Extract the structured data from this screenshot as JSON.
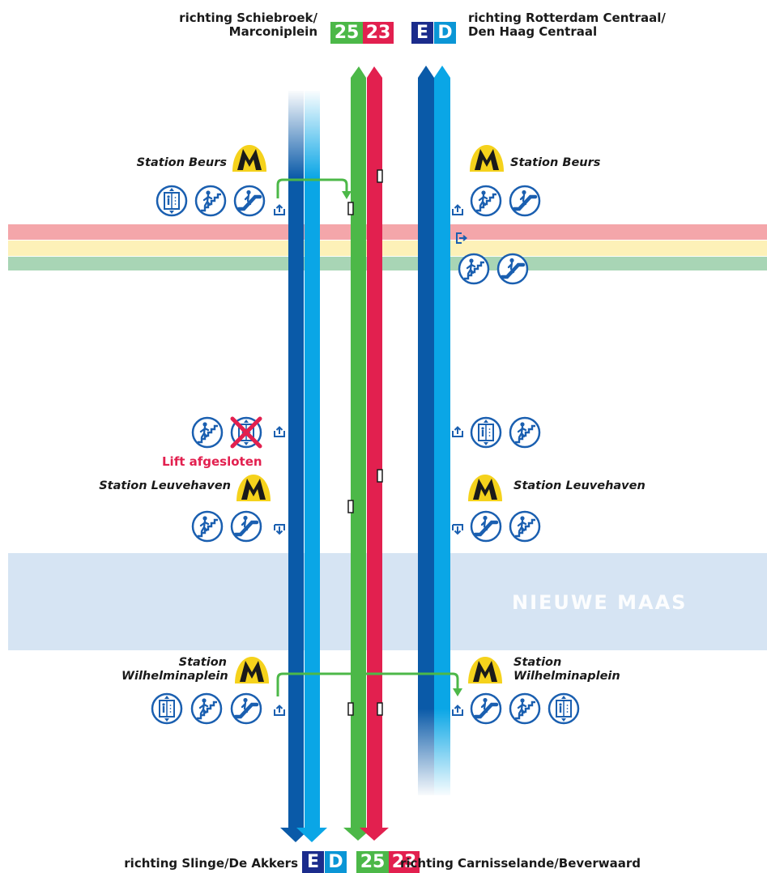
{
  "colors": {
    "line_e": "#0a5aa8",
    "line_d": "#0aa6e6",
    "line_25": "#4cb848",
    "line_23": "#e2204f",
    "line_e_badge": "#1b2c8c",
    "line_d_badge": "#0a96d6",
    "metro_logo": "#f5d21c",
    "icon_blue": "#1a5fb0",
    "river": "#d6e4f3",
    "band_red": "#f4a6aa",
    "band_yellow": "#fdf1b8",
    "band_green": "#a8d5b5"
  },
  "top": {
    "left_direction": [
      "richting Schiebroek/",
      "Marconiplein"
    ],
    "right_direction": [
      "richting Rotterdam Centraal/",
      "Den Haag Centraal"
    ],
    "tram_badges": [
      "25",
      "23"
    ],
    "metro_badges": [
      "E",
      "D"
    ]
  },
  "bottom": {
    "left_direction": "richting Slinge/De Akkers",
    "right_direction": "richting Carnisselande/Beverwaard",
    "metro_badges": [
      "E",
      "D"
    ],
    "tram_badges": [
      "25",
      "23"
    ]
  },
  "stations": {
    "beurs": "Station Beurs",
    "leuvehaven": "Station Leuvehaven",
    "wilhelminaplein": [
      "Station",
      "Wilhelminaplein"
    ]
  },
  "notices": {
    "lift_closed": "Lift afgesloten"
  },
  "river": {
    "name": "NIEUWE MAAS"
  },
  "icons": {
    "lift": "lift-icon",
    "stairs": "stairs-icon",
    "escalator": "escalator-icon",
    "metro": "metro-logo-icon",
    "exit": "exit-icon"
  }
}
